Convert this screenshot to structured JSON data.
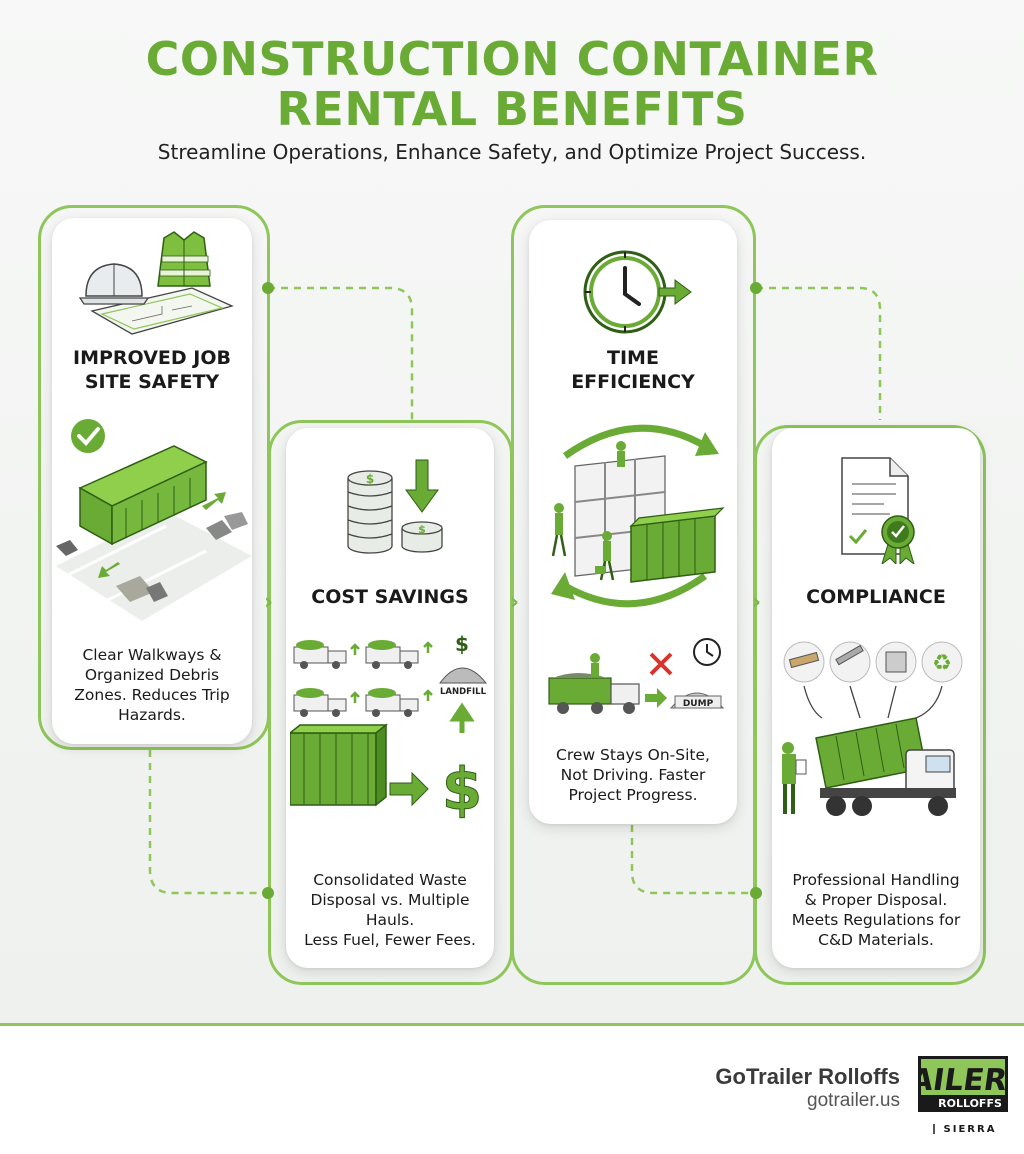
{
  "header": {
    "title_line1": "CONSTRUCTION CONTAINER",
    "title_line2": "RENTAL BENEFITS",
    "subtitle": "Streamline Operations, Enhance Safety, and Optimize Project Success."
  },
  "benefits": [
    {
      "heading_line1": "IMPROVED JOB",
      "heading_line2": "SITE SAFETY",
      "desc_lines": [
        "Clear Walkways &",
        "Organized Debris",
        "Zones. Reduces Trip",
        "Hazards."
      ],
      "icon": "hardhat-vest-blueprint-icon"
    },
    {
      "heading_line1": "COST SAVINGS",
      "desc_lines": [
        "Consolidated Waste",
        "Disposal vs. Multiple",
        "Hauls.",
        "Less Fuel, Fewer Fees."
      ],
      "icon": "coins-down-arrow-icon",
      "landfill_label": "LANDFILL",
      "dollar_sign": "$"
    },
    {
      "heading_line1": "TIME",
      "heading_line2": "EFFICIENCY",
      "desc_lines": [
        "Crew Stays On-Site,",
        "Not Driving. Faster",
        "Project Progress."
      ],
      "icon": "clock-arrow-icon",
      "dump_label": "DUMP"
    },
    {
      "heading_line1": "COMPLIANCE",
      "desc_lines": [
        "Professional Handling",
        "& Proper Disposal.",
        "Meets Regulations for",
        "C&D Materials."
      ],
      "icon": "certificate-badge-icon"
    }
  ],
  "footer": {
    "brand": "GoTrailer Rolloffs",
    "url": "gotrailer.us",
    "logo_text_main": "AILER",
    "logo_text_sub": "ROLLOFFS",
    "logo_text_bottom": "SIERRA"
  },
  "colors": {
    "accent": "#6aab35",
    "accent_light": "#8ec65a",
    "dark_green": "#3f7a1c",
    "text": "#1a1a1a",
    "red_x": "#d9342b"
  }
}
